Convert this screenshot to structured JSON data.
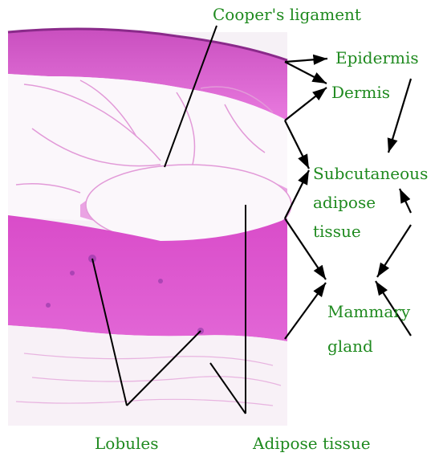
{
  "labels": {
    "coopers_ligament": "Cooper's ligament",
    "epidermis": "Epidermis",
    "dermis": "Dermis",
    "subcutaneous_line1": "Subcutaneous",
    "subcutaneous_line2": "adipose",
    "subcutaneous_line3": "tissue",
    "mammary_line1": "Mammary",
    "mammary_line2": "gland",
    "lobules": "Lobules",
    "adipose_tissue": "Adipose tissue"
  },
  "colors": {
    "label": "#1f8a1f",
    "dermis_pink": "#e05ad0",
    "stroma_magenta": "#d63cc4",
    "fat_background": "#fbf7fb",
    "leader_line": "#000000"
  }
}
